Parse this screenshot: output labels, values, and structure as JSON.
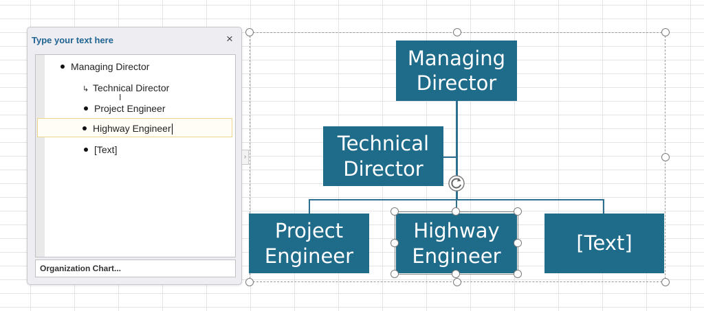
{
  "text_pane": {
    "title": "Type your text here",
    "close_label": "×",
    "items": [
      {
        "text": "Managing Director",
        "level": 1,
        "bullet": "dot"
      },
      {
        "text": "Technical Director",
        "level": 2,
        "bullet": "arrow"
      },
      {
        "text": "Project Engineer",
        "level": 2,
        "bullet": "dot"
      },
      {
        "text": "Highway Engineer",
        "level": 2,
        "bullet": "dot"
      },
      {
        "text": "[Text]",
        "level": 2,
        "bullet": "dot"
      }
    ],
    "footer": "Organization Chart...",
    "expander_glyph": "›"
  },
  "diagram": {
    "boxes": {
      "managing_director": [
        "Managing",
        "Director"
      ],
      "technical_director": [
        "Technical",
        "Director"
      ],
      "project_engineer": [
        "Project",
        "Engineer"
      ],
      "highway_engineer": [
        "Highway",
        "Engineer"
      ],
      "text_placeholder": [
        "[Text]"
      ]
    },
    "colors": {
      "box": "#1f6b8a",
      "connector": "#2c6f8e",
      "pane_title": "#1f6391"
    }
  }
}
